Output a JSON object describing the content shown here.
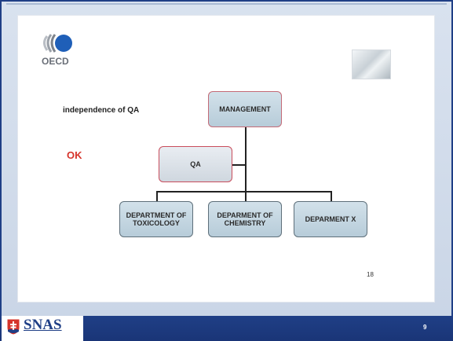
{
  "slide": {
    "logo_text": "OECD",
    "subtitle": "independence of QA",
    "status": "OK",
    "page_number": "18"
  },
  "org_chart": {
    "management": "MANAGEMENT",
    "qa": "QA",
    "departments": [
      "DEPARTMENT OF TOXICOLOGY",
      "DEPARMENT OF CHEMISTRY",
      "DEPARMENT X"
    ]
  },
  "footer": {
    "brand": "SNAS",
    "slide_number": "9"
  },
  "icons": {
    "oecd": "oecd-logo-icon",
    "lab": "lab-glassware-image",
    "shield": "slovak-shield-icon"
  },
  "colors": {
    "footer_bar": "#1f3f86",
    "ok_text": "#d6342b",
    "box_fill": "#c5d7e2"
  }
}
